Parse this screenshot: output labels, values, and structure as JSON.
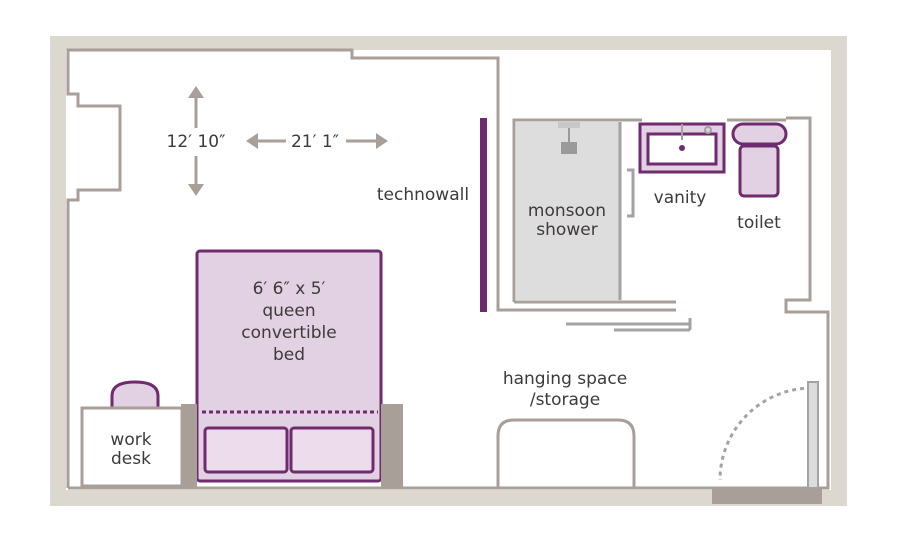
{
  "colors": {
    "outer_frame": "#ddd8cf",
    "wall": "#a89f98",
    "accent_purple": "#6e2b6e",
    "bed_fill": "#e2d1e2",
    "pillow_fill": "#ecdcec",
    "shower_fill": "#dddddd",
    "fixture_grey": "#a3a3a3",
    "text": "#3e3a39"
  },
  "icons": [
    "arrow-up-icon",
    "arrow-down-icon",
    "arrow-left-icon",
    "arrow-right-icon"
  ],
  "dimensions": {
    "width_label": "12′ 10″",
    "length_label": "21′ 1″"
  },
  "labels": {
    "technowall": "technowall",
    "shower_line1": "monsoon",
    "shower_line2": "shower",
    "vanity": "vanity",
    "toilet": "toilet",
    "bed_line1": "6′ 6″ x 5′",
    "bed_line2": "queen",
    "bed_line3": "convertible",
    "bed_line4": "bed",
    "storage_line1": "hanging space",
    "storage_line2": "/storage",
    "desk_line1": "work",
    "desk_line2": "desk"
  }
}
